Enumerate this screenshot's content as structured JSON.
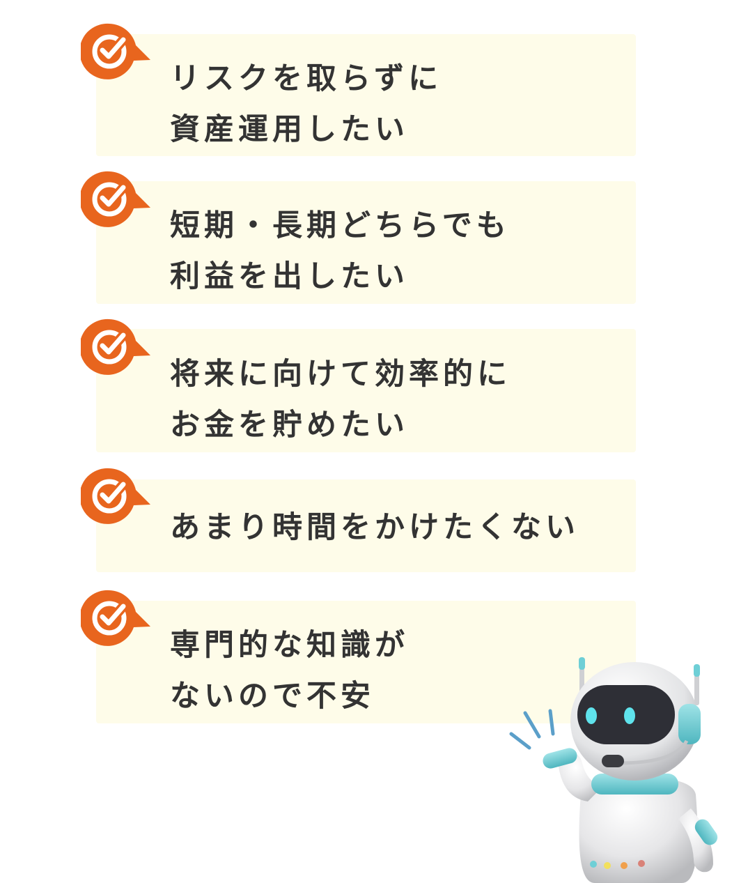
{
  "items": [
    {
      "line1": "リスクを取らずに",
      "line2": "資産運用したい"
    },
    {
      "line1": "短期・長期どちらでも",
      "line2": "利益を出したい"
    },
    {
      "line1": "将来に向けて効率的に",
      "line2": "お金を貯めたい"
    },
    {
      "line1": "あまり時間をかけたくない",
      "line2": ""
    },
    {
      "line1": "専門的な知識が",
      "line2": "ないので不安"
    }
  ],
  "colors": {
    "card_background": "#fefce9",
    "badge_orange": "#e8651e",
    "text": "#333333",
    "robot_accent": "#6ecfd6"
  },
  "icons": {
    "badge": "check-circle-bubble-icon",
    "mascot": "robot-mascot"
  }
}
